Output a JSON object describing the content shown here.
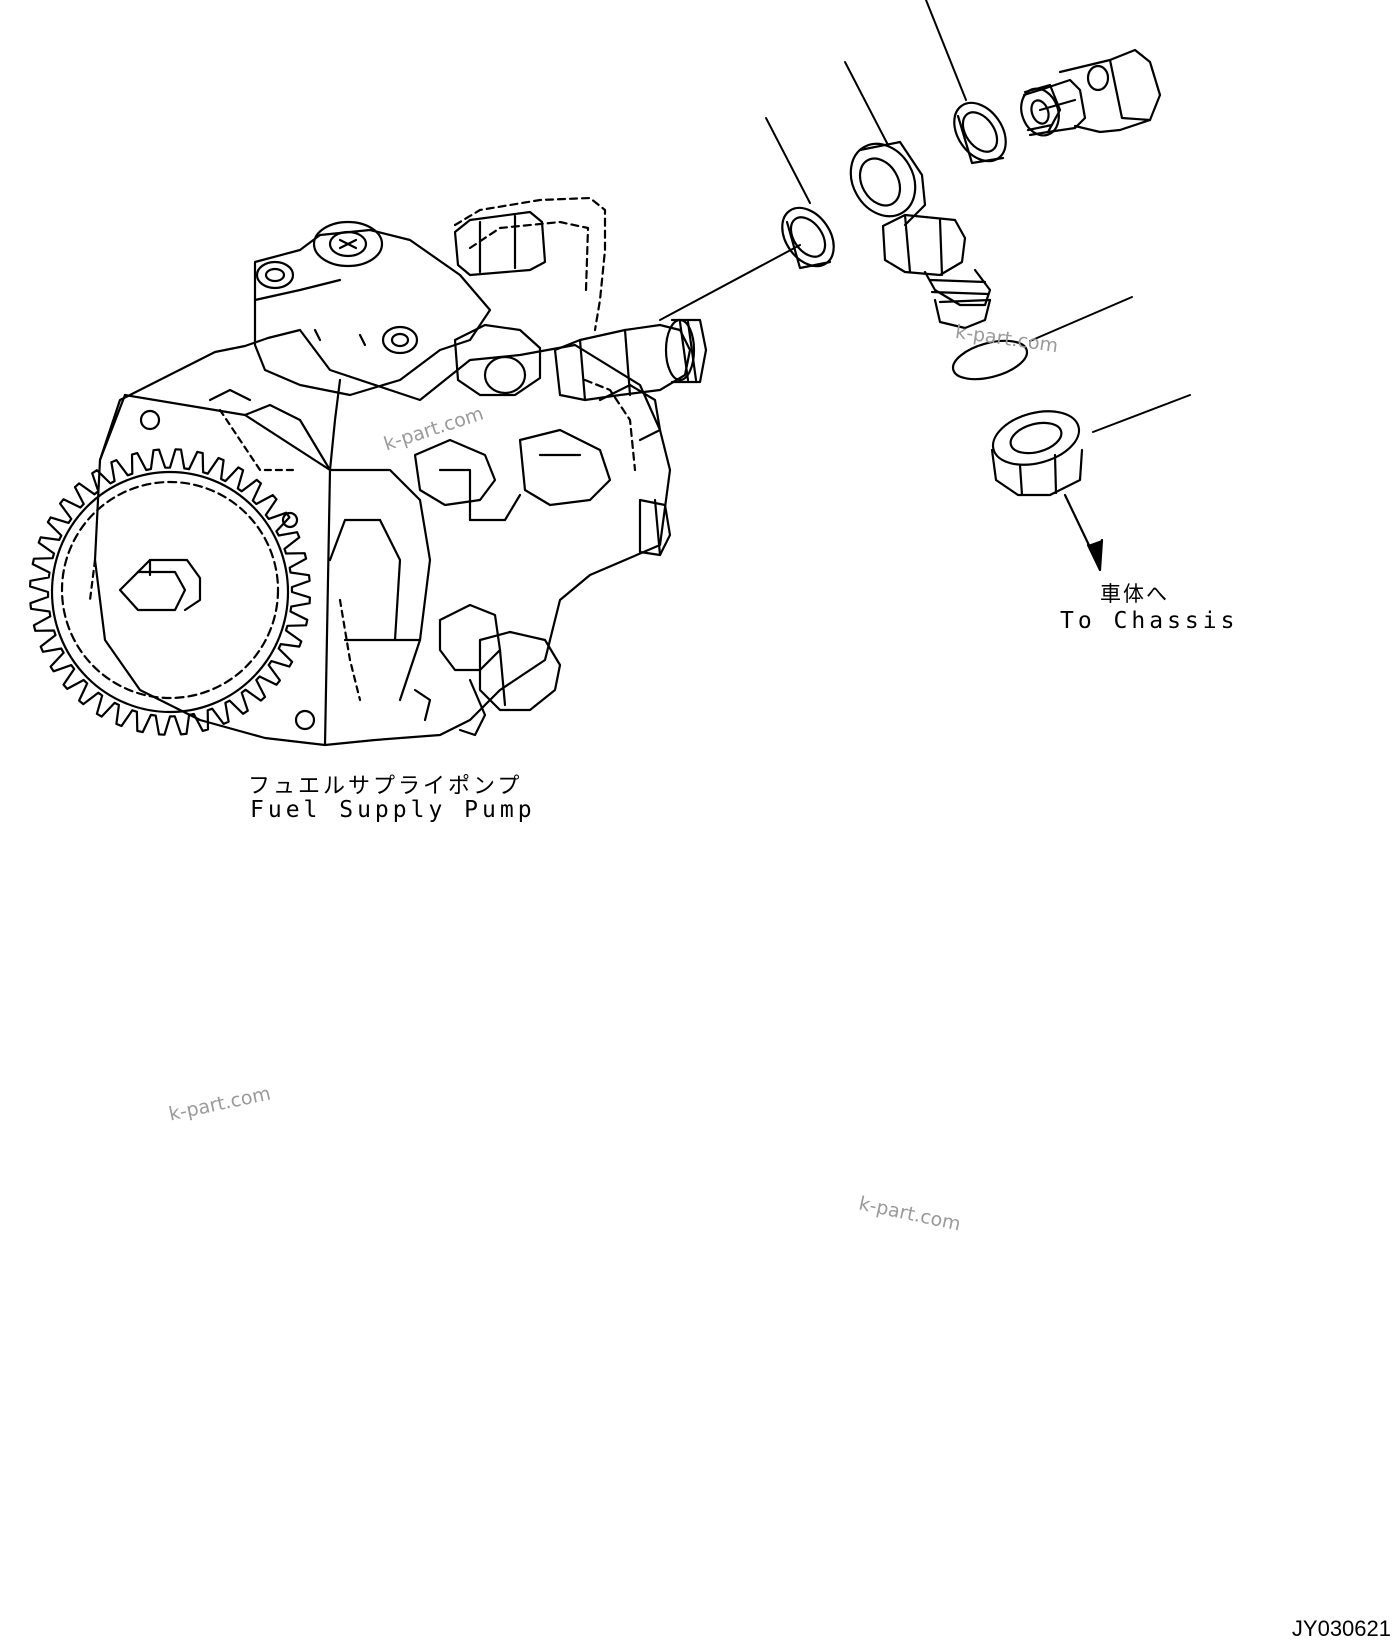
{
  "labels": {
    "pump_jp": "フュエルサプライポンプ",
    "pump_en": "Fuel Supply Pump",
    "chassis_jp": "車体へ",
    "chassis_en": "To Chassis"
  },
  "watermark": "k-part.com",
  "drawing_code": "JY030621",
  "colors": {
    "line": "#000000",
    "background": "#ffffff",
    "watermark": "#9a9a9a"
  }
}
